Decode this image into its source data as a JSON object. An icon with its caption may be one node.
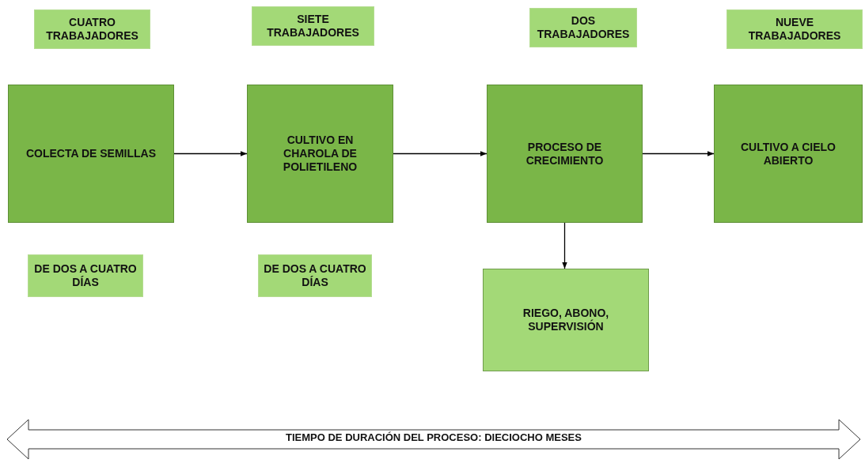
{
  "diagram": {
    "nodes": [
      {
        "text": [
          "CUATRO TRABAJADORES"
        ]
      },
      {
        "text": [
          "SIETE TRABAJADORES"
        ]
      },
      {
        "text": [
          "DOS TRABAJADORES"
        ]
      },
      {
        "text": [
          "NUEVE TRABAJADORES"
        ]
      },
      {
        "text": [
          "COLECTA DE SEMILLAS"
        ]
      },
      {
        "text": [
          "CULTIVO EN CHAROLA DE POLIETILENO"
        ]
      },
      {
        "text": [
          "PROCESO DE CRECIMIENTO"
        ]
      },
      {
        "text": [
          "CULTIVO A CIELO ABIERTO"
        ]
      },
      {
        "text": [
          "DE DOS A CUATRO DÍAS"
        ]
      },
      {
        "text": [
          "DE DOS A CUATRO DÍAS"
        ]
      },
      {
        "text": [
          "RIEGO, ABONO, SUPERVISIÓN"
        ]
      },
      {
        "text": [
          "TIEMPO DE DURACIÓN DEL PROCESO: DIECIOCHO MESES"
        ]
      }
    ],
    "edges": [
      {
        "from": 4,
        "to": 5,
        "arrow": "to"
      },
      {
        "from": 5,
        "to": 6,
        "arrow": "to"
      },
      {
        "from": 6,
        "to": 7,
        "arrow": "to"
      },
      {
        "from": 6,
        "to": 10,
        "arrow": "to"
      }
    ]
  }
}
